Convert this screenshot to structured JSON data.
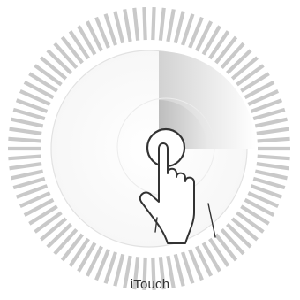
{
  "caption": "iTouch",
  "gauge": {
    "level": 0.25,
    "tick_count": 90
  },
  "icon": "finger-tap-icon",
  "colors": {
    "tick": "#c9c9c9",
    "ring_stroke": "#e2e2e2",
    "sweep_dark": "#d4d4d4",
    "sweep_light": "#ffffff",
    "inner_dark": "#c4c4c4",
    "hand_stroke": "#333333",
    "caption": "#333333"
  }
}
